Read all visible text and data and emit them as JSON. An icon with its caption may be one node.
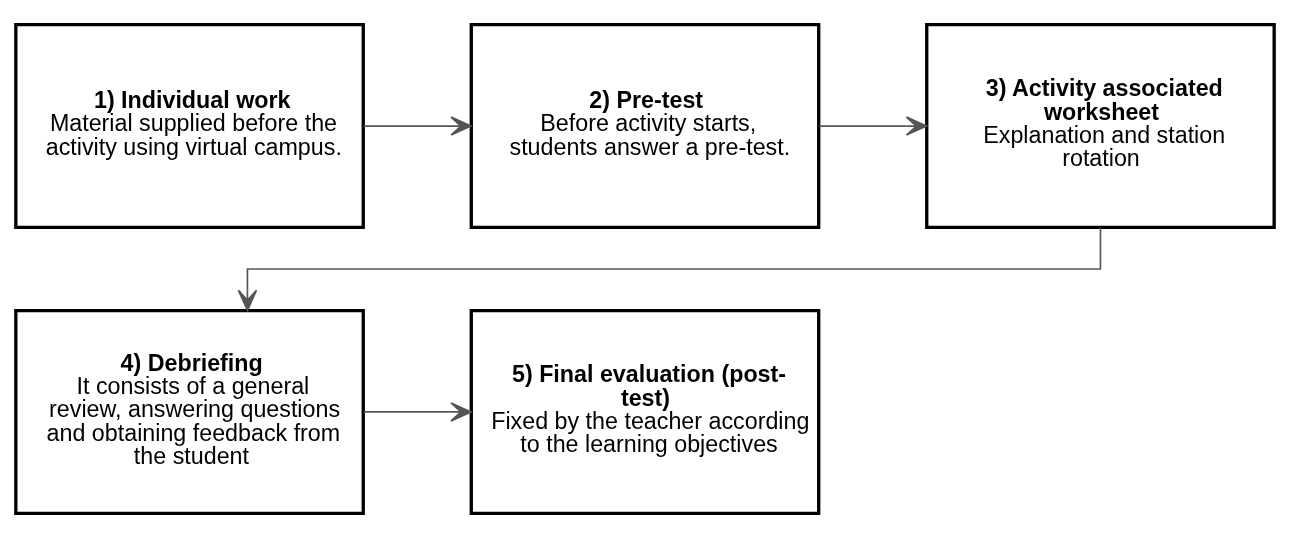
{
  "diagram": {
    "nodes": [
      {
        "text": [
          "1) Individual work",
          "Material supplied before the activity using virtual campus."
        ]
      },
      {
        "text": [
          "2) Pre-test",
          "Before activity starts, students answer a pre-test."
        ]
      },
      {
        "text": [
          "3) Activity associated worksheet",
          "Explanation and station rotation"
        ]
      },
      {
        "text": [
          "4) Debriefing",
          "It consists of a general review, answering questions and obtaining feedback from the student"
        ]
      },
      {
        "text": [
          "5) Final evaluation (post-test)",
          "Fixed by the teacher according to the learning objectives"
        ]
      }
    ],
    "edges": [
      {
        "from": 0,
        "to": 1,
        "arrow": "to"
      },
      {
        "from": 1,
        "to": 2,
        "arrow": "to"
      },
      {
        "from": 2,
        "to": 3,
        "arrow": "to"
      },
      {
        "from": 3,
        "to": 4,
        "arrow": "to"
      }
    ]
  }
}
